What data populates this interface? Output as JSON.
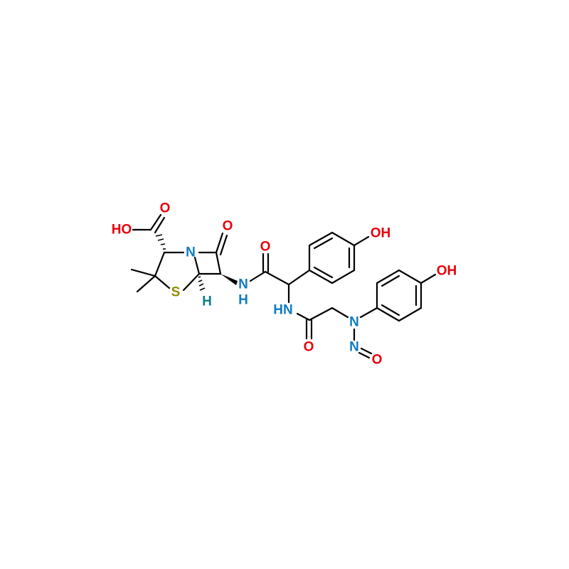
{
  "colors": {
    "oxygen": "#e8000b",
    "nitrogen": "#0f7cc4",
    "sulfur": "#8d8d00",
    "hydrogen": "#0f7c8c",
    "bond": "#000000",
    "background": "#ffffff"
  },
  "labels": {
    "carboxyl_oh": "HO",
    "carboxyl_o": "O",
    "beta_lactam_n": "N",
    "beta_lactam_o": "O",
    "thiazolidine_s": "S",
    "bridgehead_h": "H",
    "amide1_n": "N",
    "amide1_h": "H",
    "amide1_o": "O",
    "phenol1_oh": "OH",
    "amide2_nh": "HN",
    "amide2_o": "O",
    "amine_n": "N",
    "nitroso_n": "N",
    "nitroso_o": "O",
    "phenol2_oh": "OH"
  }
}
